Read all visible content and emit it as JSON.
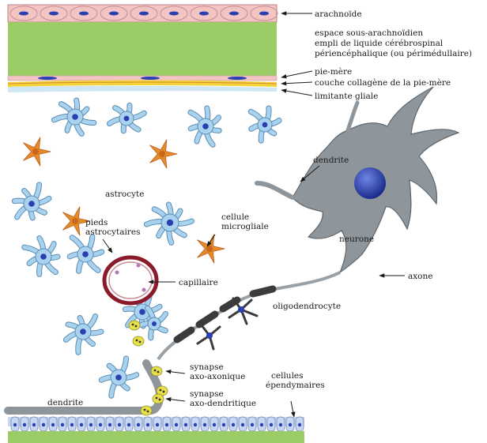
{
  "labels": {
    "arachnoide": "arachnoïde",
    "espace_line1": "espace sous-arachnoïdien",
    "espace_line2": "empli de liquide cérébrospinal",
    "espace_line3": "périencéphalique (ou périmédullaire)",
    "pie_mere": "pie-mère",
    "couche_collagene": "couche collagène de la pie-mère",
    "limitante_gliale": "limitante gliale",
    "dendrite_top": "dendrite",
    "astrocyte": "astrocyte",
    "pieds_line1": "pieds",
    "pieds_line2": "astrocytaires",
    "microgliale_line1": "cellule",
    "microgliale_line2": "microgliale",
    "neurone": "neurone",
    "capillaire": "capillaire",
    "axone": "axone",
    "oligodendrocyte": "oligodendrocyte",
    "synapse_axo_axonique_line1": "synapse",
    "synapse_axo_axonique_line2": "axo-axonique",
    "cellules_ependymaires_line1": "cellules",
    "cellules_ependymaires_line2": "épendymaires",
    "synapse_axo_dendritique_line1": "synapse",
    "synapse_axo_dendritique_line2": "axo-dendritique",
    "dendrite_bottom": "dendrite"
  },
  "colors": {
    "arachnoid_cells": "#f2c4c4",
    "nucleus": "#2a3fb0",
    "csf_space": "#9ccc65",
    "pia_yellow": "#f3d23a",
    "astrocyte": "#a9d2ee",
    "astrocyte_outline": "#5b8db4",
    "microglia": "#e8892a",
    "neuron": "#8e969c",
    "neuron_outline": "#5f676d",
    "capillary_wall": "#8b1a2b",
    "myelin": "#3b3b3b",
    "synapse": "#e8e04a",
    "ependymal": "#c7d7f2",
    "bottom_green": "#9ccc65"
  }
}
